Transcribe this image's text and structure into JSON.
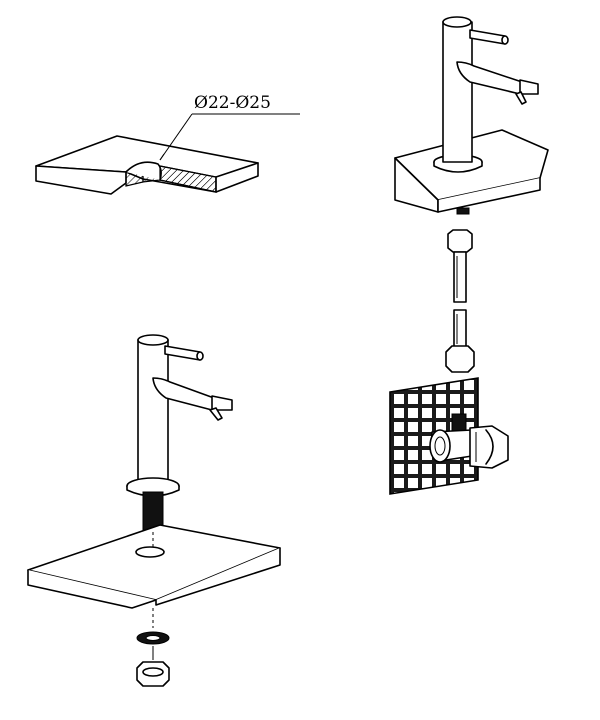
{
  "dimension": {
    "diameter_symbol": "Ø",
    "min": "22",
    "separator": "-",
    "max": "25"
  }
}
